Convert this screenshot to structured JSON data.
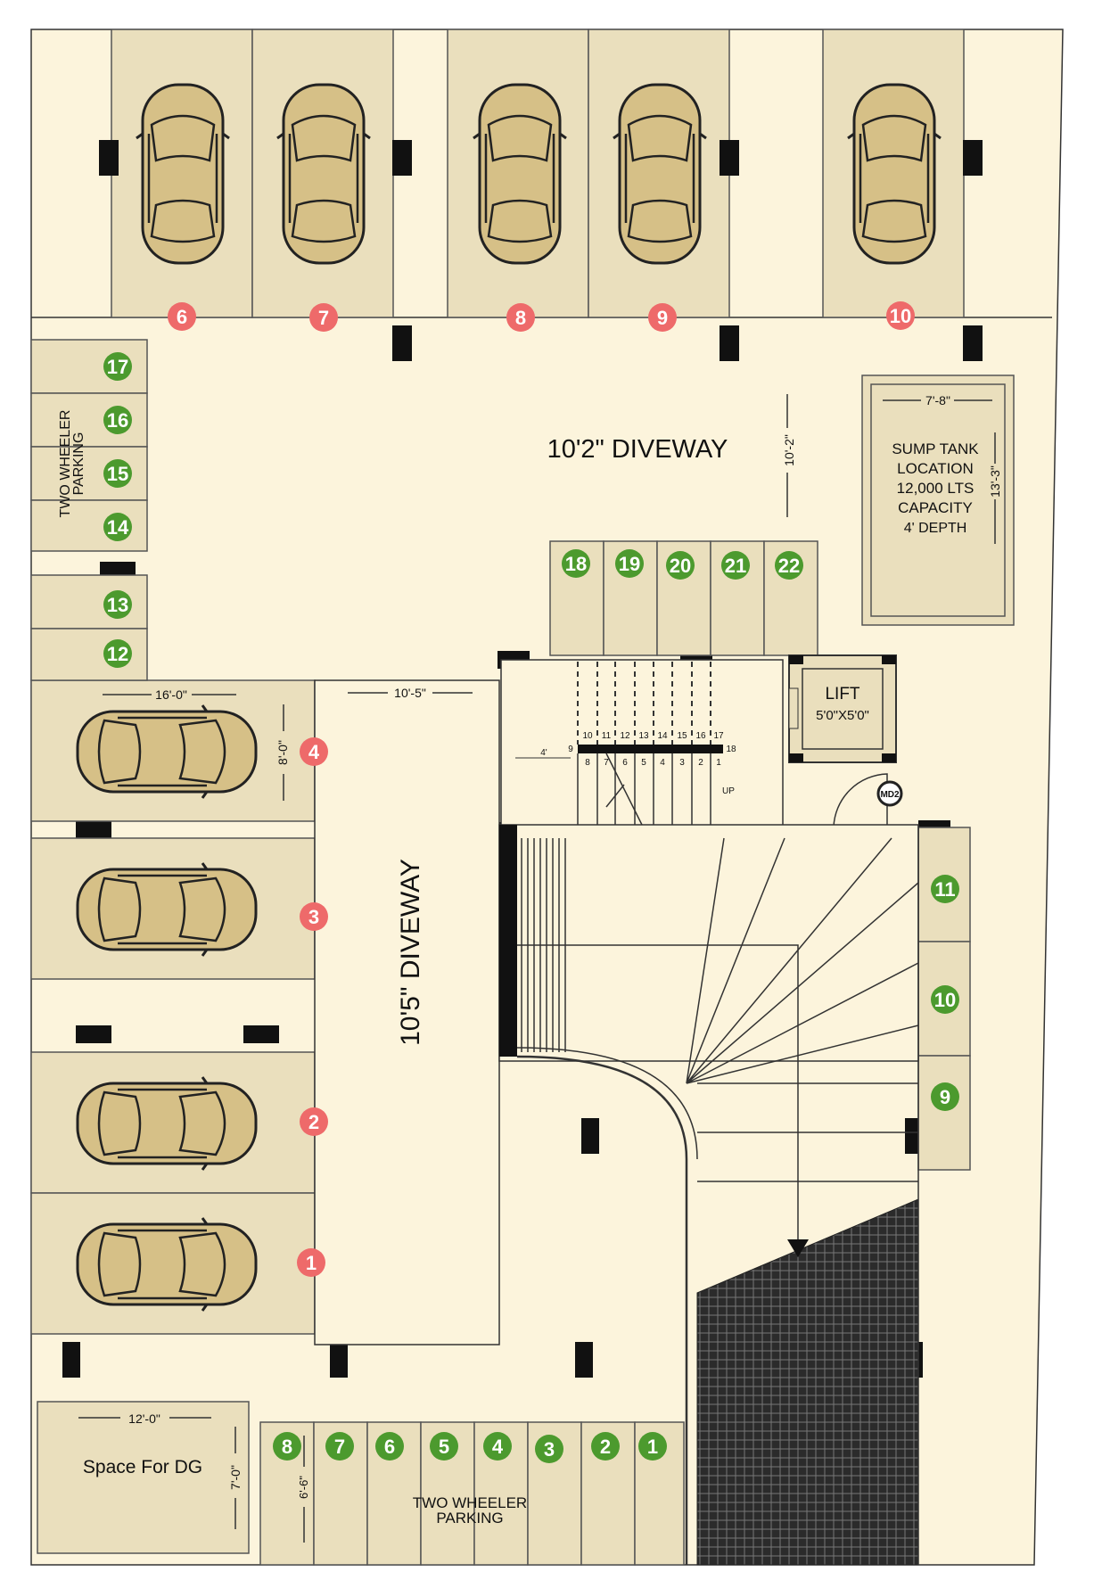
{
  "colors": {
    "plot": "#fcf4dc",
    "slot": "#eadfbd",
    "car": "#d6c087",
    "red_badge": "#ee6a6a",
    "green_badge": "#4c9a2e",
    "ramp": "#2b2b2b"
  },
  "top_cars": [
    "6",
    "7",
    "8",
    "9",
    "10"
  ],
  "left_cars": [
    "4",
    "3",
    "2",
    "1"
  ],
  "two_wheeler_left_upper": [
    "17",
    "16",
    "15",
    "14"
  ],
  "two_wheeler_left_lower": [
    "13",
    "12"
  ],
  "two_wheeler_top_center": [
    "18",
    "19",
    "20",
    "21",
    "22"
  ],
  "two_wheeler_right": [
    "11",
    "10",
    "9"
  ],
  "two_wheeler_bottom": [
    "8",
    "7",
    "6",
    "5",
    "4",
    "3",
    "2",
    "1"
  ],
  "labels": {
    "driveway_top": "10'2\" DIVEWAY",
    "driveway_top_dim": "10'-2\"",
    "driveway_left": "10'5\" DIVEWAY",
    "driveway_left_dim": "10'-5\"",
    "car_slot_width": "16'-0\"",
    "car_slot_depth": "8'-0\"",
    "two_wheeler_parking": "TWO WHEELER PARKING",
    "two_wheeler_line1": "TWO WHEELER",
    "two_wheeler_line2": "PARKING",
    "tw_slot_depth": "6'-6\"",
    "sump_width": "7'-8\"",
    "sump_height": "13'-3\"",
    "sump_lines": [
      "SUMP TANK",
      "LOCATION",
      "12,000 LTS",
      "CAPACITY",
      "4' DEPTH"
    ],
    "lift": "LIFT",
    "lift_size": "5'0\"X5'0\"",
    "door": "MD2",
    "up": "UP",
    "landing_dim": "4'",
    "dg_width": "12'-0\"",
    "dg_height": "7'-0\"",
    "dg_label": "Space For DG"
  },
  "stair_upper": [
    "10",
    "11",
    "12",
    "13",
    "14",
    "15",
    "16",
    "17"
  ],
  "stair_lower": [
    "8",
    "7",
    "6",
    "5",
    "4",
    "3",
    "2",
    "1"
  ],
  "stair_ends": [
    "9",
    "18"
  ]
}
